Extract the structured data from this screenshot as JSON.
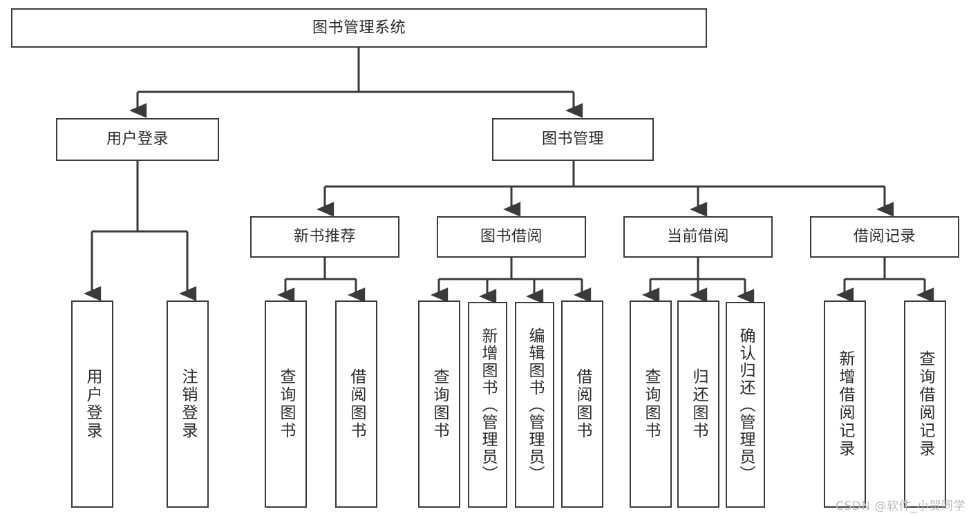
{
  "diagram": {
    "type": "hierarchy-tree",
    "title": "图书管理系统",
    "watermark": "CSDN @软件_小贺同学",
    "colors": {
      "stroke": "#3a3a3a",
      "fill": "#ffffff",
      "text": "#2b2b2b",
      "watermark": "#b9b9b9"
    },
    "levels": {
      "root": {
        "label": "图书管理系统"
      },
      "level2": [
        {
          "label": "用户登录"
        },
        {
          "label": "图书管理"
        }
      ],
      "level3": [
        {
          "label": "新书推荐"
        },
        {
          "label": "图书借阅"
        },
        {
          "label": "当前借阅"
        },
        {
          "label": "借阅记录"
        }
      ],
      "leaves": {
        "user_login": [
          {
            "label": "用户登录"
          },
          {
            "label": "注销登录"
          }
        ],
        "new_book_recommend": [
          {
            "label": "查询图书"
          },
          {
            "label": "借阅图书"
          }
        ],
        "book_borrow": [
          {
            "label": "查询图书"
          },
          {
            "label": "新增图书（管理员）"
          },
          {
            "label": "编辑图书（管理员）"
          },
          {
            "label": "借阅图书"
          }
        ],
        "current_borrow": [
          {
            "label": "查询图书"
          },
          {
            "label": "归还图书"
          },
          {
            "label": "确认归还（管理员）"
          }
        ],
        "borrow_record": [
          {
            "label": "新增借阅记录"
          },
          {
            "label": "查询借阅记录"
          }
        ]
      }
    }
  }
}
